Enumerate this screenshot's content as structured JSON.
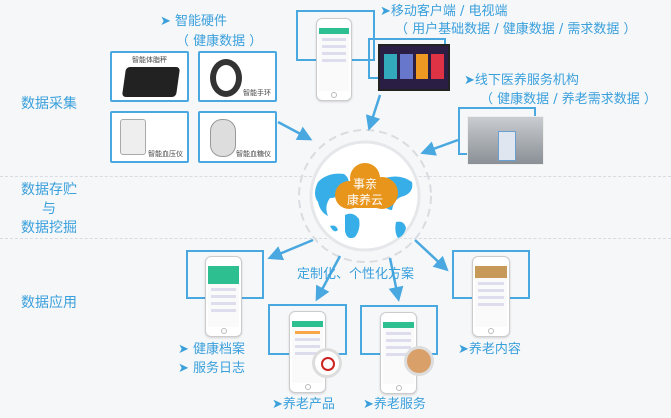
{
  "sections": {
    "collect": "数据采集",
    "store_line1": "数据存贮",
    "store_line2": "与",
    "store_line3": "数据挖掘",
    "apply": "数据应用"
  },
  "hardware": {
    "title": "智能硬件",
    "subtitle": "（ 健康数据 ）",
    "devices": [
      "智能体脂秤",
      "智能手环",
      "智能血压仪",
      "智能血糖仪"
    ]
  },
  "mobile": {
    "title": "移动客户端 / 电视端",
    "subtitle": "（ 用户基础数据 / 健康数据 / 需求数据 ）"
  },
  "offline": {
    "title": "线下医养服务机构",
    "subtitle": "（ 健康数据 / 养老需求数据 ）"
  },
  "cloud": {
    "line1": "事亲",
    "line2": "康养云"
  },
  "custom_label": "定制化、个性化方案",
  "apps": {
    "archive": "健康档案",
    "log": "服务日志",
    "products": "养老产品",
    "services": "养老服务",
    "content": "养老内容"
  },
  "arrow_glyph": "➤",
  "colors": {
    "accent": "#3aa0dc",
    "cloud": "#e8951c",
    "map": "#38aee8"
  }
}
